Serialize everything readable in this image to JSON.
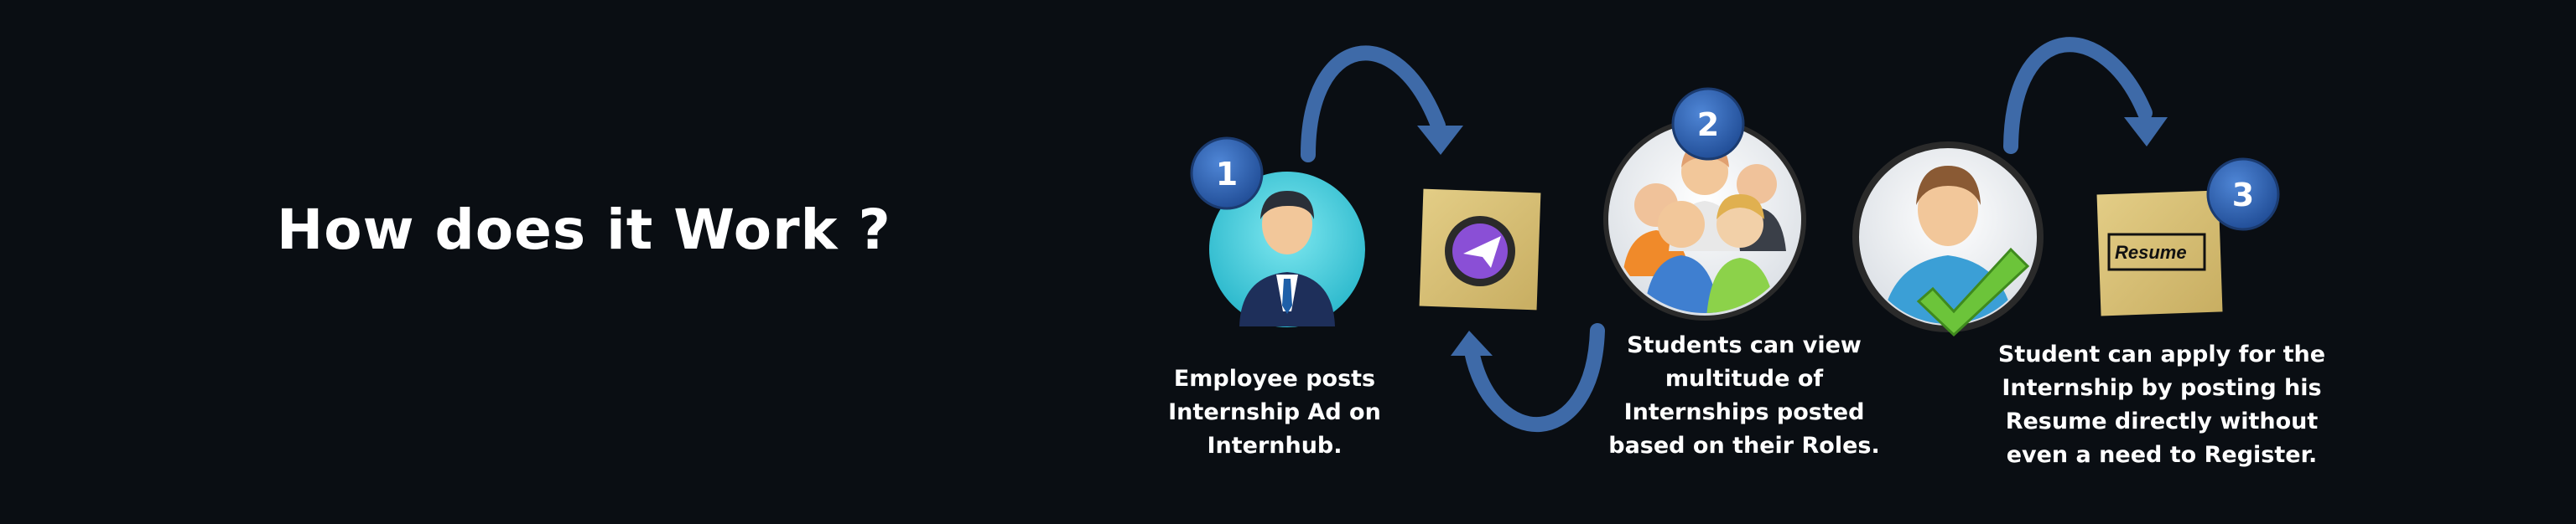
{
  "heading": "How does it Work ?",
  "steps": [
    {
      "number": "1",
      "caption": "Employee posts\nInternship Ad on\nInternhub."
    },
    {
      "number": "2",
      "caption": "Students can view\nmultitude of\nInternships posted\nbased on their Roles."
    },
    {
      "number": "3",
      "caption": "Student can apply for the\nInternship by posting his\nResume directly without\neven a need to Register."
    }
  ],
  "resume_label": "Resume",
  "colors": {
    "background": "#0a0e13",
    "arrow": "#3e6aa8",
    "badge": "#2f5fae",
    "note": "#d9c27a",
    "check": "#6cc43a"
  },
  "icons": [
    "employer-icon",
    "paper-plane-icon",
    "students-group-icon",
    "student-icon",
    "checkmark-icon",
    "resume-note-icon"
  ]
}
